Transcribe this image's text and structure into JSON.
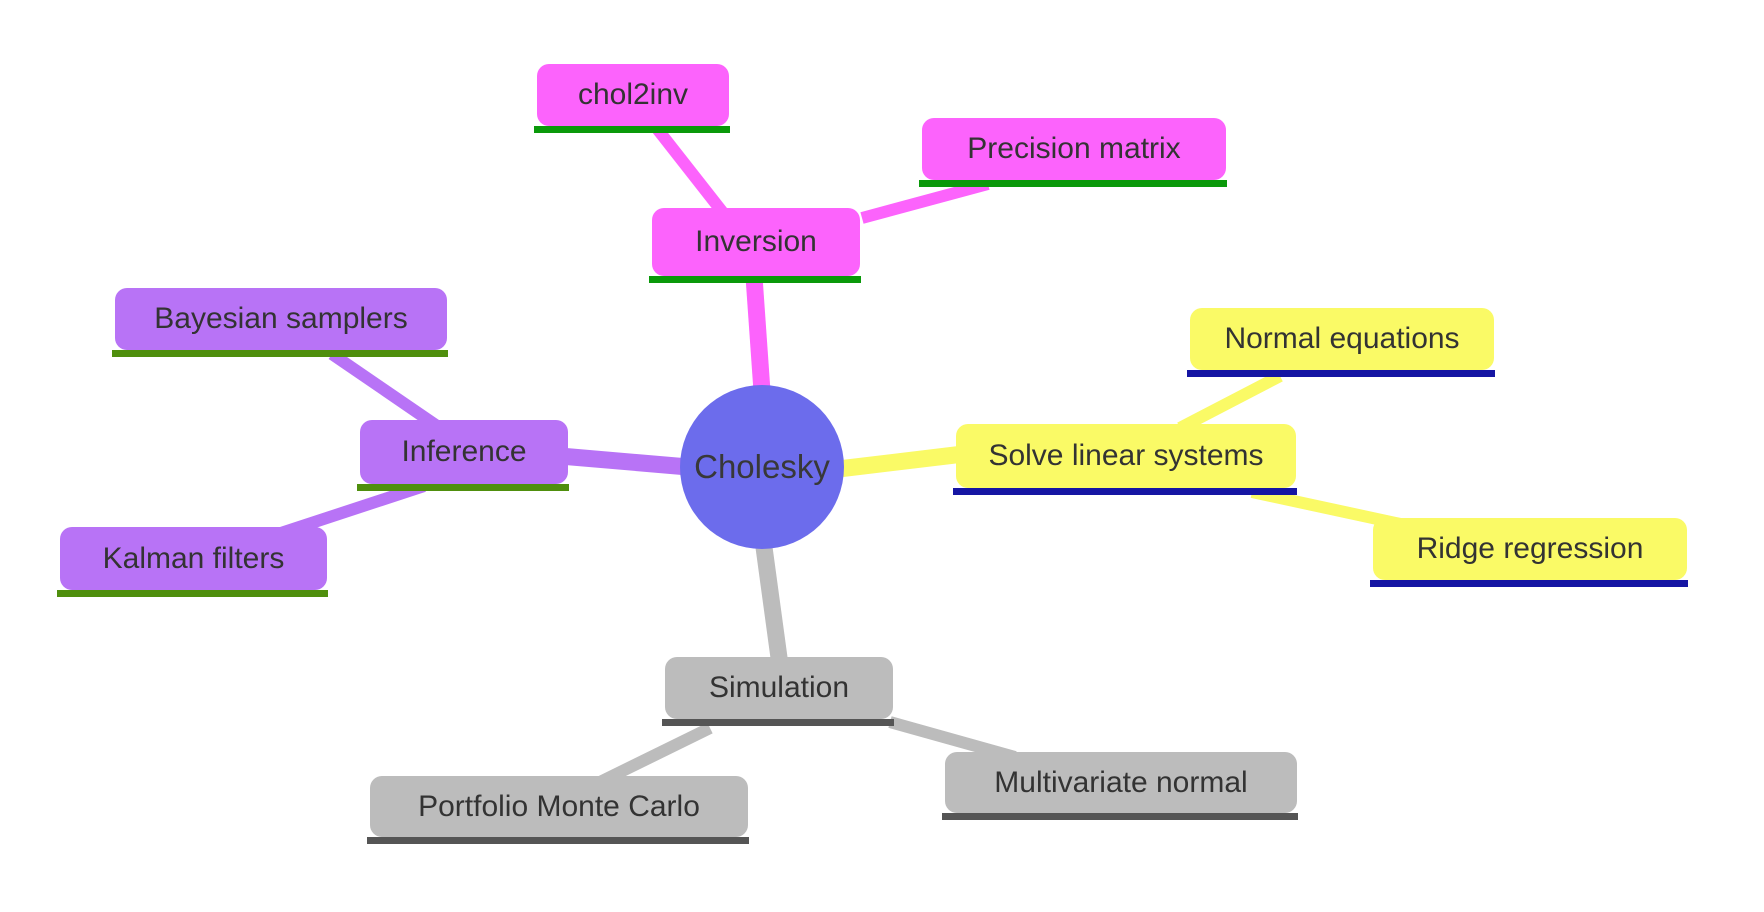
{
  "mindmap": {
    "root": {
      "id": "cholesky",
      "label": "Cholesky",
      "color": "#6c6cec",
      "text_color": "#383838"
    },
    "branches": [
      {
        "id": "inversion",
        "label": "Inversion",
        "color": "#fc63fc",
        "underline_color": "#0a990a",
        "children": [
          {
            "id": "chol2inv",
            "label": "chol2inv"
          },
          {
            "id": "precision-matrix",
            "label": "Precision matrix"
          }
        ]
      },
      {
        "id": "inference",
        "label": "Inference",
        "color": "#b873f6",
        "underline_color": "#4f8f0d",
        "children": [
          {
            "id": "bayesian-samplers",
            "label": "Bayesian samplers"
          },
          {
            "id": "kalman-filters",
            "label": "Kalman filters"
          }
        ]
      },
      {
        "id": "solve-linear-systems",
        "label": "Solve linear systems",
        "color": "#fafa66",
        "underline_color": "#1515a3",
        "children": [
          {
            "id": "normal-equations",
            "label": "Normal equations"
          },
          {
            "id": "ridge-regression",
            "label": "Ridge regression"
          }
        ]
      },
      {
        "id": "simulation",
        "label": "Simulation",
        "color": "#bcbcbc",
        "underline_color": "#555555",
        "children": [
          {
            "id": "portfolio-monte-carlo",
            "label": "Portfolio Monte Carlo"
          },
          {
            "id": "multivariate-normal",
            "label": "Multivariate normal"
          }
        ]
      }
    ]
  }
}
